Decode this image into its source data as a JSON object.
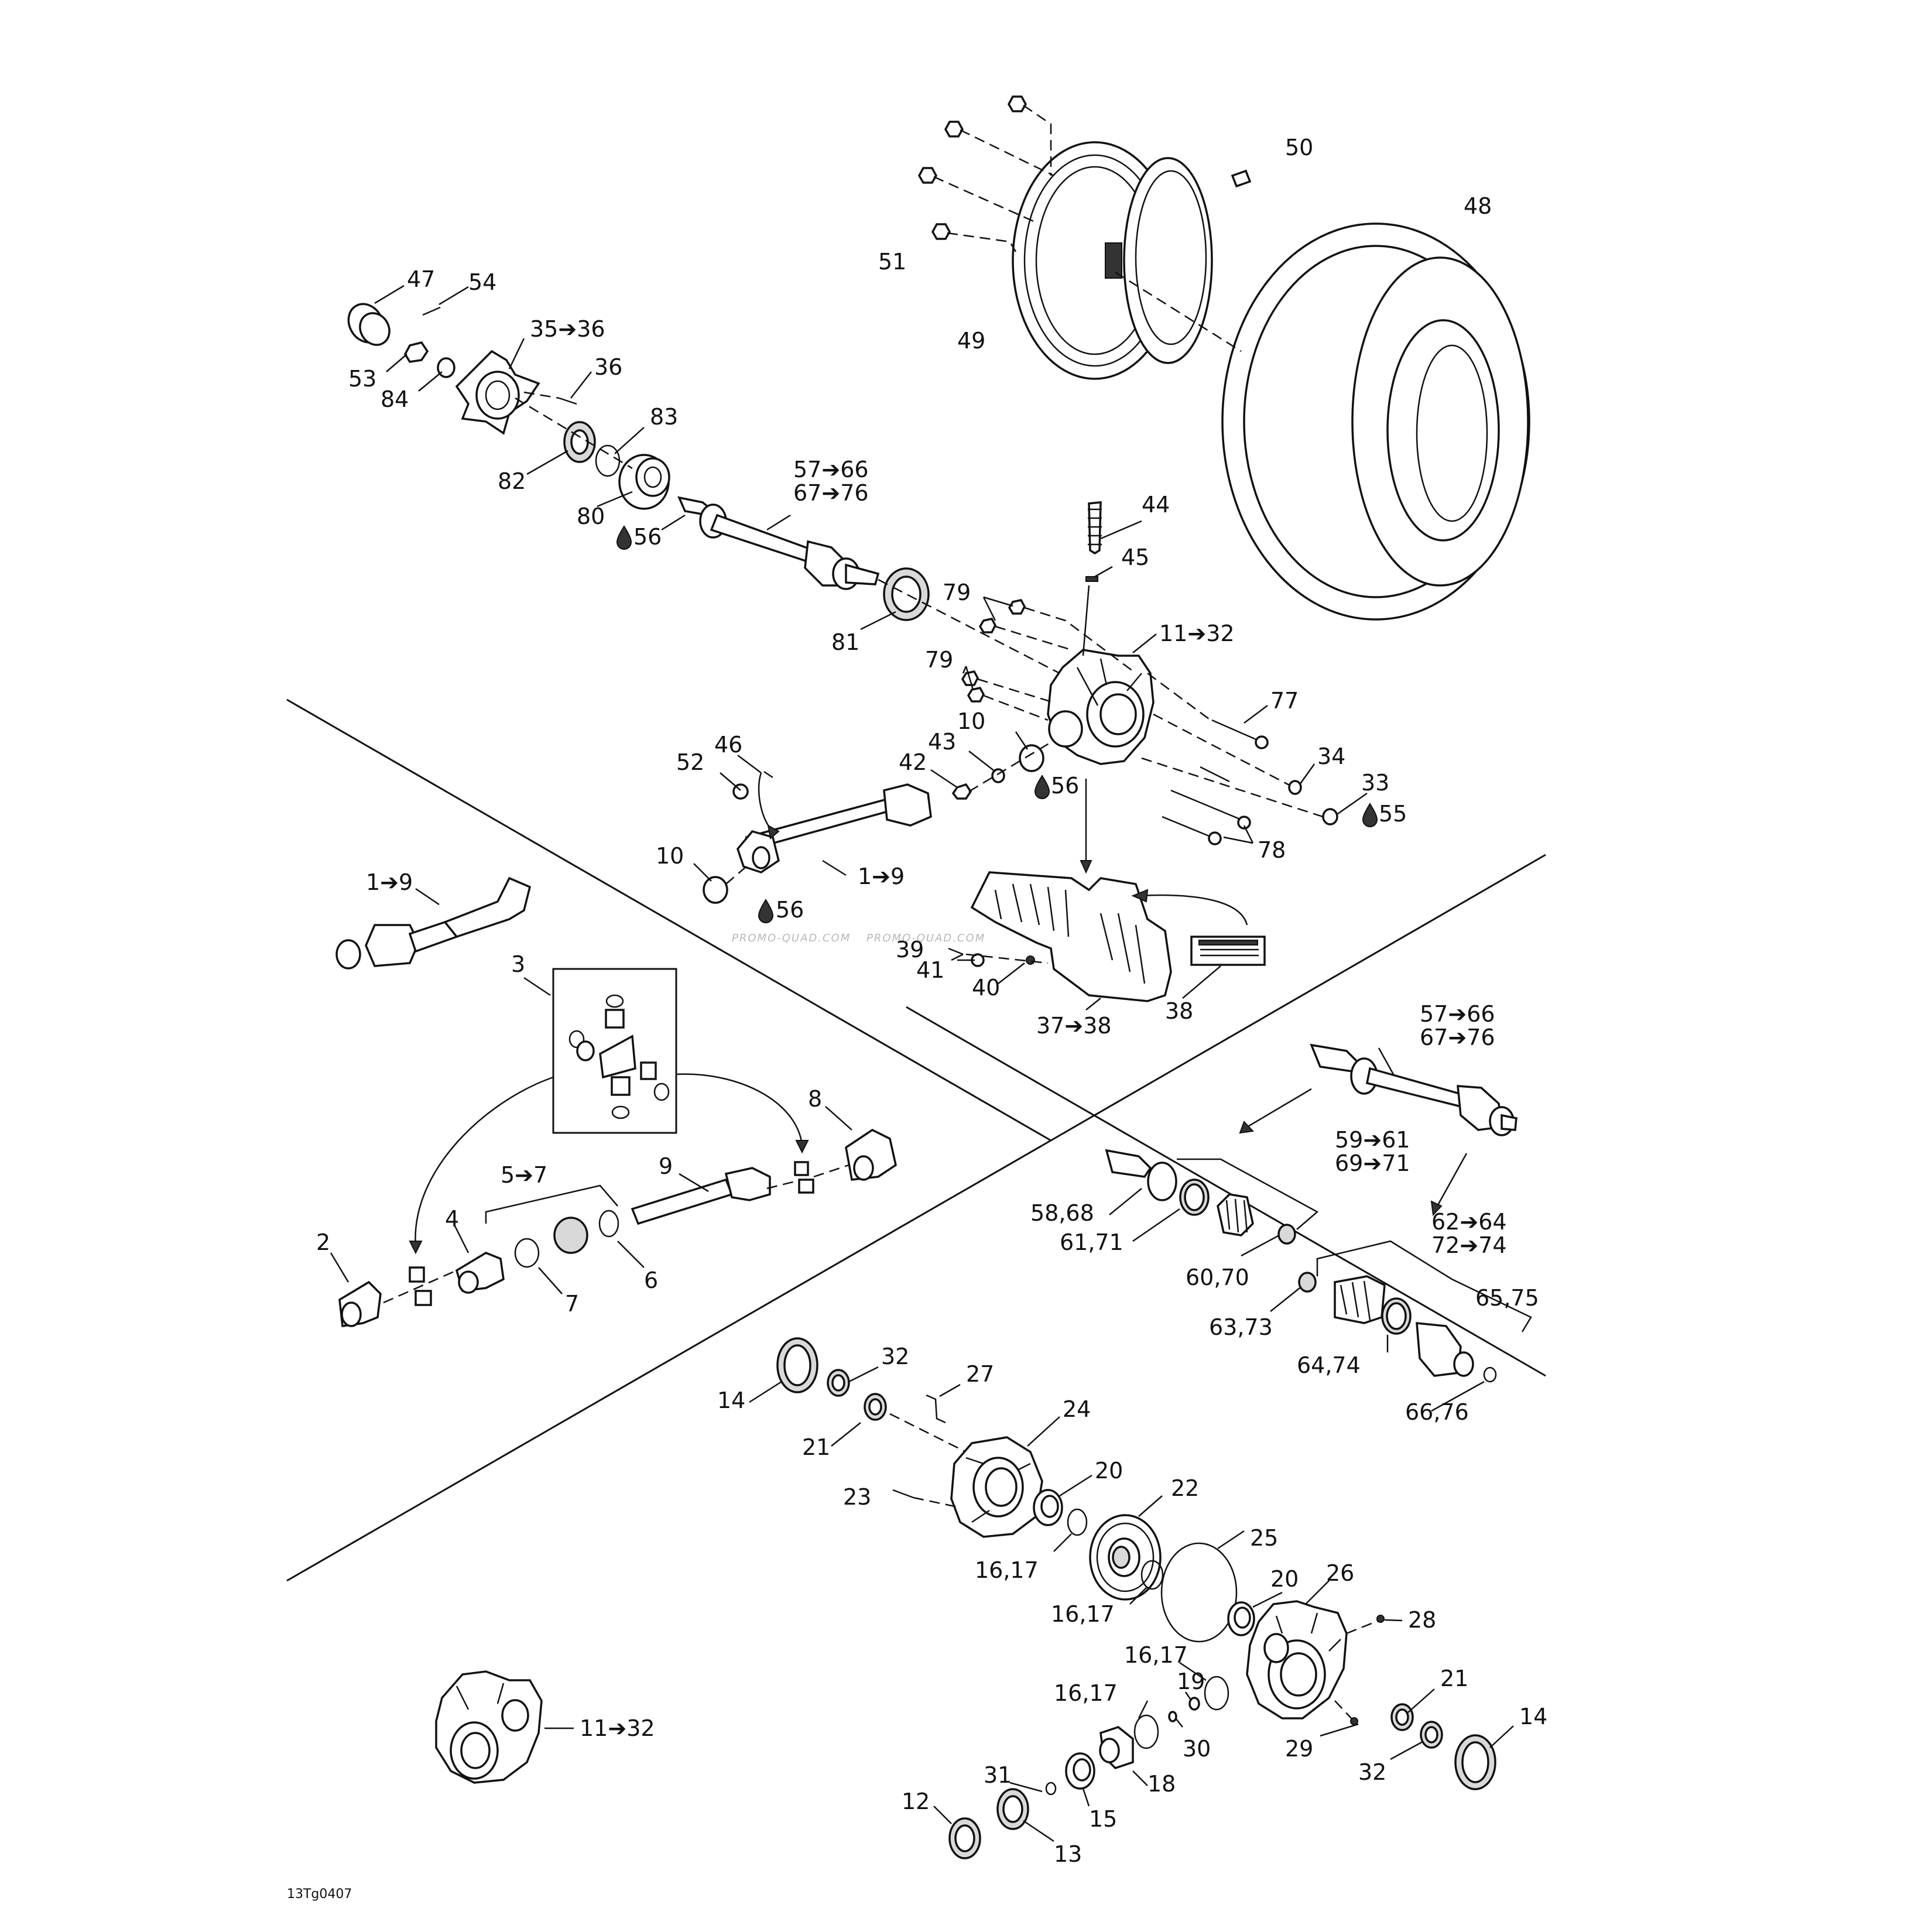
{
  "callouts": [
    {
      "id": "c1",
      "text": "1➔9"
    },
    {
      "id": "c1b",
      "text": "1➔9"
    },
    {
      "id": "c2",
      "text": "2"
    },
    {
      "id": "c3",
      "text": "3"
    },
    {
      "id": "c4",
      "text": "4"
    },
    {
      "id": "c5",
      "text": "5➔7"
    },
    {
      "id": "c6",
      "text": "6"
    },
    {
      "id": "c7",
      "text": "7"
    },
    {
      "id": "c8",
      "text": "8"
    },
    {
      "id": "c9",
      "text": "9"
    },
    {
      "id": "c10a",
      "text": "10"
    },
    {
      "id": "c10b",
      "text": "10"
    },
    {
      "id": "c11a",
      "text": "11➔32"
    },
    {
      "id": "c11b",
      "text": "11➔32"
    },
    {
      "id": "c12",
      "text": "12"
    },
    {
      "id": "c13",
      "text": "13"
    },
    {
      "id": "c14a",
      "text": "14"
    },
    {
      "id": "c14b",
      "text": "14"
    },
    {
      "id": "c15",
      "text": "15"
    },
    {
      "id": "c1617a",
      "text": "16,17"
    },
    {
      "id": "c1617b",
      "text": "16,17"
    },
    {
      "id": "c1617c",
      "text": "16,17"
    },
    {
      "id": "c1617d",
      "text": "16,17"
    },
    {
      "id": "c18",
      "text": "18"
    },
    {
      "id": "c19",
      "text": "19"
    },
    {
      "id": "c20a",
      "text": "20"
    },
    {
      "id": "c20b",
      "text": "20"
    },
    {
      "id": "c21a",
      "text": "21"
    },
    {
      "id": "c21b",
      "text": "21"
    },
    {
      "id": "c22",
      "text": "22"
    },
    {
      "id": "c23",
      "text": "23"
    },
    {
      "id": "c24",
      "text": "24"
    },
    {
      "id": "c25",
      "text": "25"
    },
    {
      "id": "c26",
      "text": "26"
    },
    {
      "id": "c27",
      "text": "27"
    },
    {
      "id": "c28",
      "text": "28"
    },
    {
      "id": "c29",
      "text": "29"
    },
    {
      "id": "c30",
      "text": "30"
    },
    {
      "id": "c31",
      "text": "31"
    },
    {
      "id": "c32a",
      "text": "32"
    },
    {
      "id": "c32b",
      "text": "32"
    },
    {
      "id": "c33",
      "text": "33"
    },
    {
      "id": "c34",
      "text": "34"
    },
    {
      "id": "c35",
      "text": "35➔36"
    },
    {
      "id": "c36",
      "text": "36"
    },
    {
      "id": "c3738",
      "text": "37➔38"
    },
    {
      "id": "c38",
      "text": "38"
    },
    {
      "id": "c39",
      "text": "39"
    },
    {
      "id": "c40",
      "text": "40"
    },
    {
      "id": "c41",
      "text": "41"
    },
    {
      "id": "c42",
      "text": "42"
    },
    {
      "id": "c43",
      "text": "43"
    },
    {
      "id": "c44",
      "text": "44"
    },
    {
      "id": "c45",
      "text": "45"
    },
    {
      "id": "c46",
      "text": "46"
    },
    {
      "id": "c47",
      "text": "47"
    },
    {
      "id": "c48",
      "text": "48"
    },
    {
      "id": "c49",
      "text": "49"
    },
    {
      "id": "c50",
      "text": "50"
    },
    {
      "id": "c51",
      "text": "51"
    },
    {
      "id": "c52",
      "text": "52"
    },
    {
      "id": "c53",
      "text": "53"
    },
    {
      "id": "c54",
      "text": "54"
    },
    {
      "id": "c55",
      "text": "55"
    },
    {
      "id": "c56a",
      "text": "56"
    },
    {
      "id": "c56b",
      "text": "56"
    },
    {
      "id": "c56c",
      "text": "56"
    },
    {
      "id": "c5766a",
      "text": "57➔66"
    },
    {
      "id": "c6776a",
      "text": "67➔76"
    },
    {
      "id": "c5766b",
      "text": "57➔66"
    },
    {
      "id": "c6776b",
      "text": "67➔76"
    },
    {
      "id": "c5868",
      "text": "58,68"
    },
    {
      "id": "c5961",
      "text": "59➔61"
    },
    {
      "id": "c6971",
      "text": "69➔71"
    },
    {
      "id": "c6070",
      "text": "60,70"
    },
    {
      "id": "c6171",
      "text": "61,71"
    },
    {
      "id": "c6264",
      "text": "62➔64"
    },
    {
      "id": "c7274",
      "text": "72➔74"
    },
    {
      "id": "c6373",
      "text": "63,73"
    },
    {
      "id": "c6474",
      "text": "64,74"
    },
    {
      "id": "c6575",
      "text": "65,75"
    },
    {
      "id": "c6676",
      "text": "66,76"
    },
    {
      "id": "c77",
      "text": "77"
    },
    {
      "id": "c78",
      "text": "78"
    },
    {
      "id": "c79a",
      "text": "79"
    },
    {
      "id": "c79b",
      "text": "79"
    },
    {
      "id": "c80",
      "text": "80"
    },
    {
      "id": "c81",
      "text": "81"
    },
    {
      "id": "c82",
      "text": "82"
    },
    {
      "id": "c83",
      "text": "83"
    },
    {
      "id": "c84",
      "text": "84"
    }
  ],
  "watermark": "PROMO-QUAD.COM",
  "figure_ref": "13Tg0407",
  "icons": {
    "lubricant": "oil-drop-icon",
    "arrow": "right-arrow-glyph"
  }
}
